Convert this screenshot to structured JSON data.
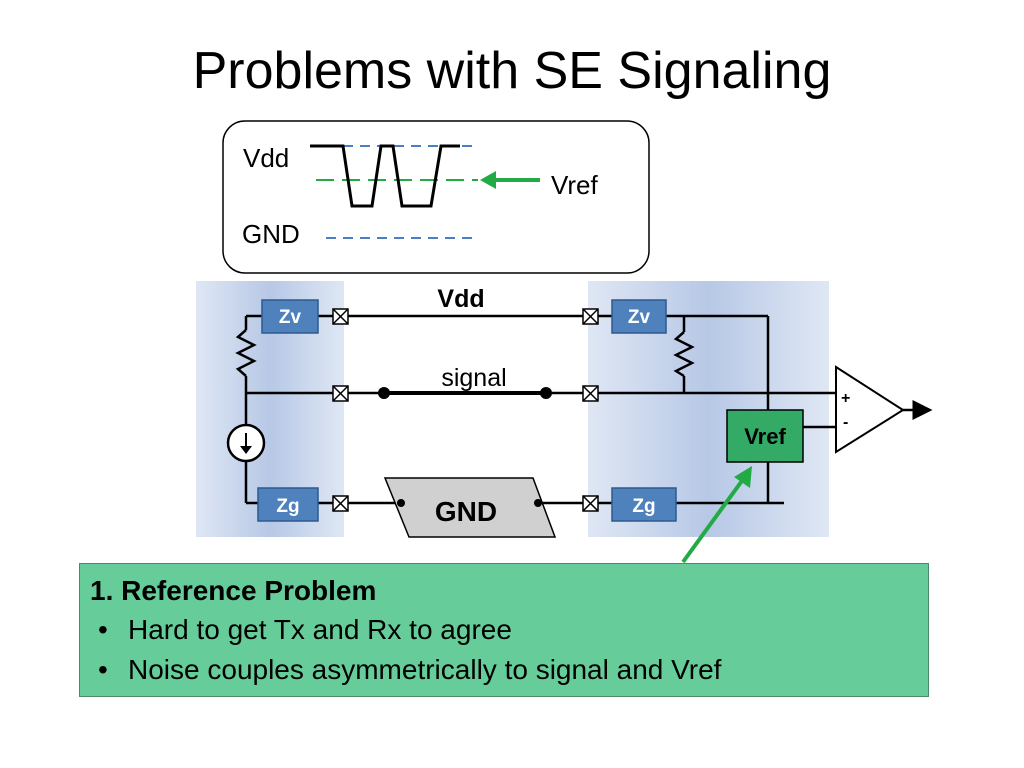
{
  "slide": {
    "title": "Problems with SE Signaling"
  },
  "levels": {
    "vdd": "Vdd",
    "gnd": "GND",
    "vref": "Vref"
  },
  "circuit": {
    "vdd": "Vdd",
    "signal": "signal",
    "gnd": "GND",
    "zv_left": "Zv",
    "zv_right": "Zv",
    "zg_left": "Zg",
    "zg_right": "Zg",
    "vref": "Vref",
    "plus": "+",
    "minus": "-"
  },
  "colors": {
    "panel": "#c8d6ee",
    "impedance_box": "#4f81bd",
    "vref_box": "#33aa66",
    "note_bg": "#66cc99",
    "arrow_green": "#22aa44",
    "dashed_blue": "#4a7fc4",
    "gnd_bus": "#d0d0d0"
  },
  "note": {
    "heading": "1. Reference Problem",
    "bullets": [
      "Hard to get Tx and Rx to agree",
      "Noise couples asymmetrically to signal and Vref"
    ]
  }
}
